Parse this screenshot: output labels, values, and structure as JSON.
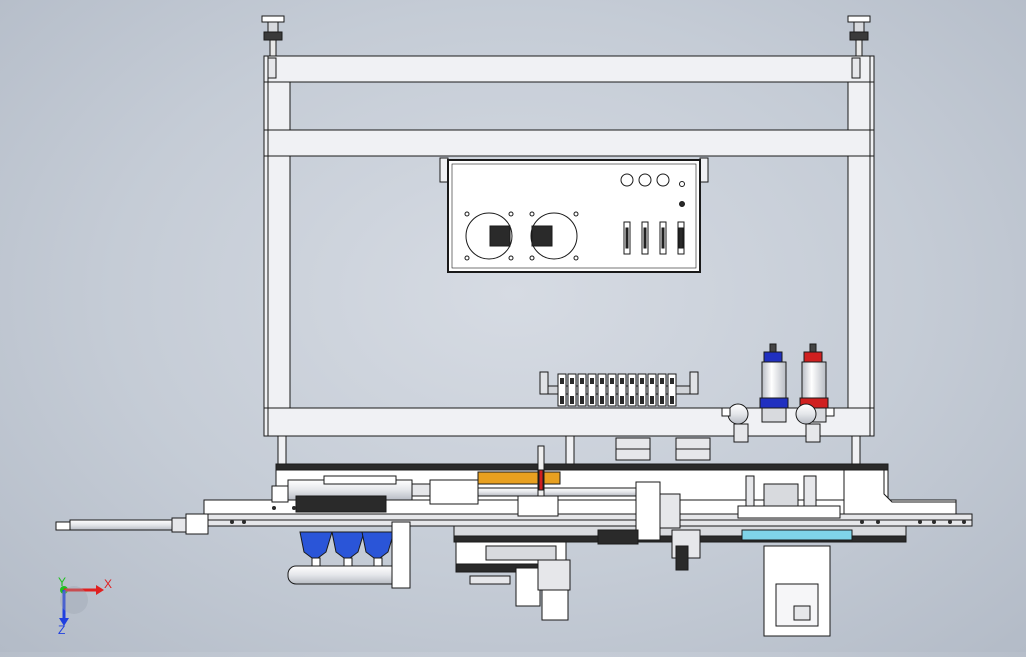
{
  "scene": {
    "view": "front",
    "background_color": "#c8cfd8",
    "line_color": "#1a1a1a",
    "frame_color": "#f0f1f4",
    "plate_color": "#ffffff"
  },
  "triad": {
    "x_label": "X",
    "y_label": "Y",
    "z_label": "Z",
    "x_color": "#e02020",
    "y_color": "#20c020",
    "z_color": "#2040e0"
  },
  "components": {
    "regulator_left_color": "#2030c0",
    "regulator_right_color": "#d02020",
    "hopper_color": "#2a55d8",
    "rail_color": "#e8a020",
    "cyan_strip_color": "#7fd4e8"
  }
}
